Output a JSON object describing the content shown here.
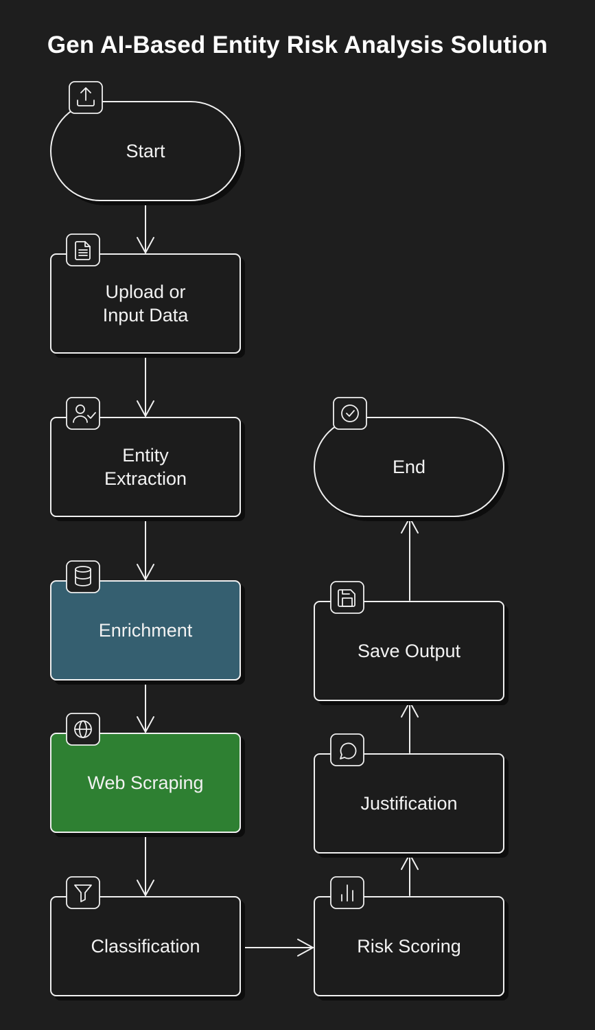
{
  "title": "Gen AI-Based Entity Risk Analysis Solution",
  "colors": {
    "background": "#1e1e1e",
    "stroke": "#f0f0f0",
    "enrichment_fill": "#355f6f",
    "web_scraping_fill": "#2f8030"
  },
  "nodes": {
    "start": {
      "label": "Start",
      "icon": "upload-icon"
    },
    "upload": {
      "label": "Upload or\nInput Data",
      "icon": "document-icon"
    },
    "entity": {
      "label": "Entity\nExtraction",
      "icon": "user-check-icon"
    },
    "enrichment": {
      "label": "Enrichment",
      "icon": "database-icon"
    },
    "web_scraping": {
      "label": "Web Scraping",
      "icon": "globe-icon"
    },
    "classification": {
      "label": "Classification",
      "icon": "filter-icon"
    },
    "risk_scoring": {
      "label": "Risk Scoring",
      "icon": "bar-chart-icon"
    },
    "justification": {
      "label": "Justification",
      "icon": "message-icon"
    },
    "save_output": {
      "label": "Save Output",
      "icon": "save-icon"
    },
    "end": {
      "label": "End",
      "icon": "check-circle-icon"
    }
  }
}
